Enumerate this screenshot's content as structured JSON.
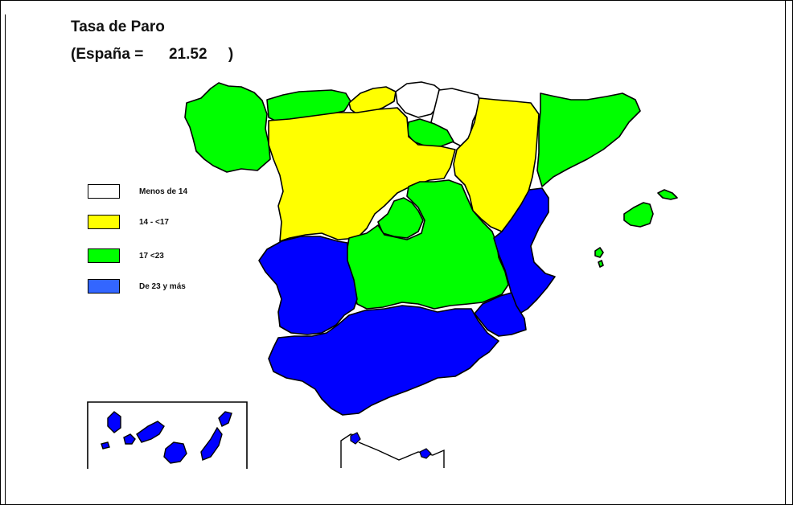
{
  "title": "Tasa de Paro",
  "subtitle": "(España =      21.52     )",
  "legend": {
    "items": [
      {
        "label": "Menos de 14",
        "color": "#ffffff"
      },
      {
        "label": "14 - <17",
        "color": "#ffff00"
      },
      {
        "label": "17 <23",
        "color": "#00ff00"
      },
      {
        "label": "De 23 y más",
        "color": "#0000ff"
      }
    ]
  },
  "colors": {
    "white": "#ffffff",
    "yellow": "#ffff00",
    "green": "#00ff00",
    "blue": "#0000ff",
    "outline": "#000000"
  }
}
